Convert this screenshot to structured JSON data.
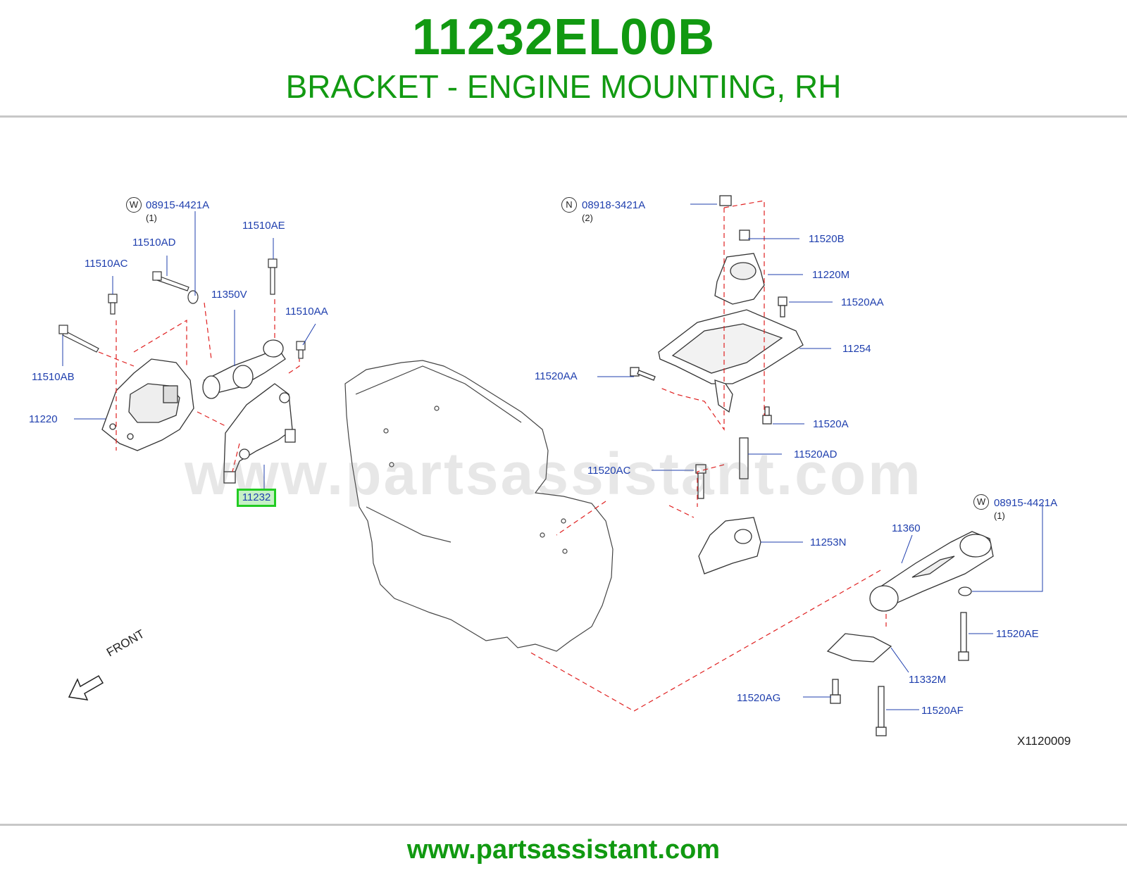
{
  "header": {
    "part_number": "11232EL00B",
    "part_name": "BRACKET - ENGINE MOUNTING, RH"
  },
  "diagram": {
    "watermark": "www.partsassistant.com",
    "front_label": "FRONT",
    "figure_ref": "X1120009",
    "highlighted_part": "11232",
    "callouts": {
      "w1_code": "W",
      "w1_label": "08915-4421A",
      "w1_qty": "(1)",
      "n_code": "N",
      "n_label": "08918-3421A",
      "n_qty": "(2)",
      "w2_code": "W",
      "w2_label": "08915-4421A",
      "w2_qty": "(1)",
      "p11510AE": "11510AE",
      "p11510AD": "11510AD",
      "p11510AC": "11510AC",
      "p11350V": "11350V",
      "p11510AA": "11510AA",
      "p11510AB": "11510AB",
      "p11220": "11220",
      "p11520B": "11520B",
      "p11220M": "11220M",
      "p11520AA_r": "11520AA",
      "p11254": "11254",
      "p11520AA_l": "11520AA",
      "p11520A": "11520A",
      "p11520AD": "11520AD",
      "p11520AC": "11520AC",
      "p11253N": "11253N",
      "p11360": "11360",
      "p11520AE": "11520AE",
      "p11332M": "11332M",
      "p11520AG": "11520AG",
      "p11520AF": "11520AF"
    }
  },
  "footer": {
    "url": "www.partsassistant.com"
  },
  "colors": {
    "title_green": "#119911",
    "label_blue": "#1f3fae",
    "dash_red": "#e02020",
    "highlight_green": "#22cc22"
  }
}
